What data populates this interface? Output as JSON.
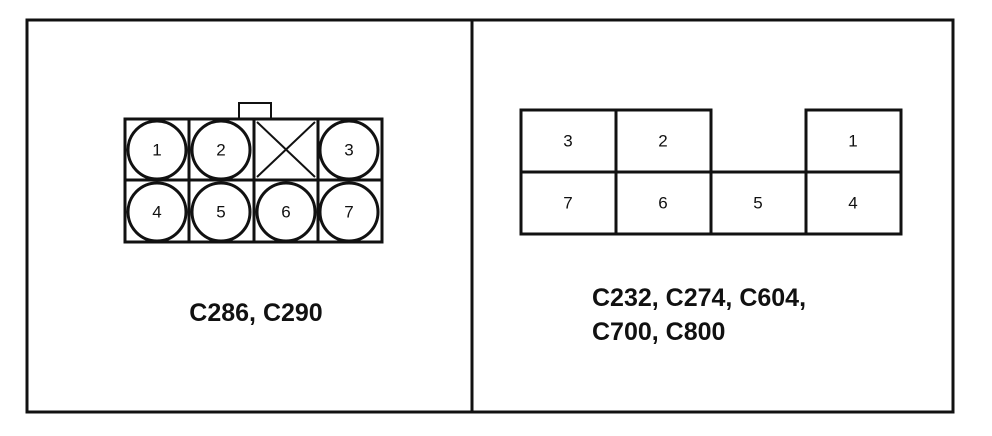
{
  "left_panel": {
    "pins_row1": [
      "1",
      "2",
      "",
      "3"
    ],
    "pins_row2": [
      "4",
      "5",
      "6",
      "7"
    ],
    "caption": "C286, C290"
  },
  "right_panel": {
    "cells_row1": [
      "3",
      "2",
      "",
      "1"
    ],
    "cells_row2": [
      "7",
      "6",
      "5",
      "4"
    ],
    "caption_line1": "C232, C274, C604,",
    "caption_line2": "C700, C800"
  },
  "colors": {
    "stroke": "#111111",
    "background": "#ffffff"
  }
}
